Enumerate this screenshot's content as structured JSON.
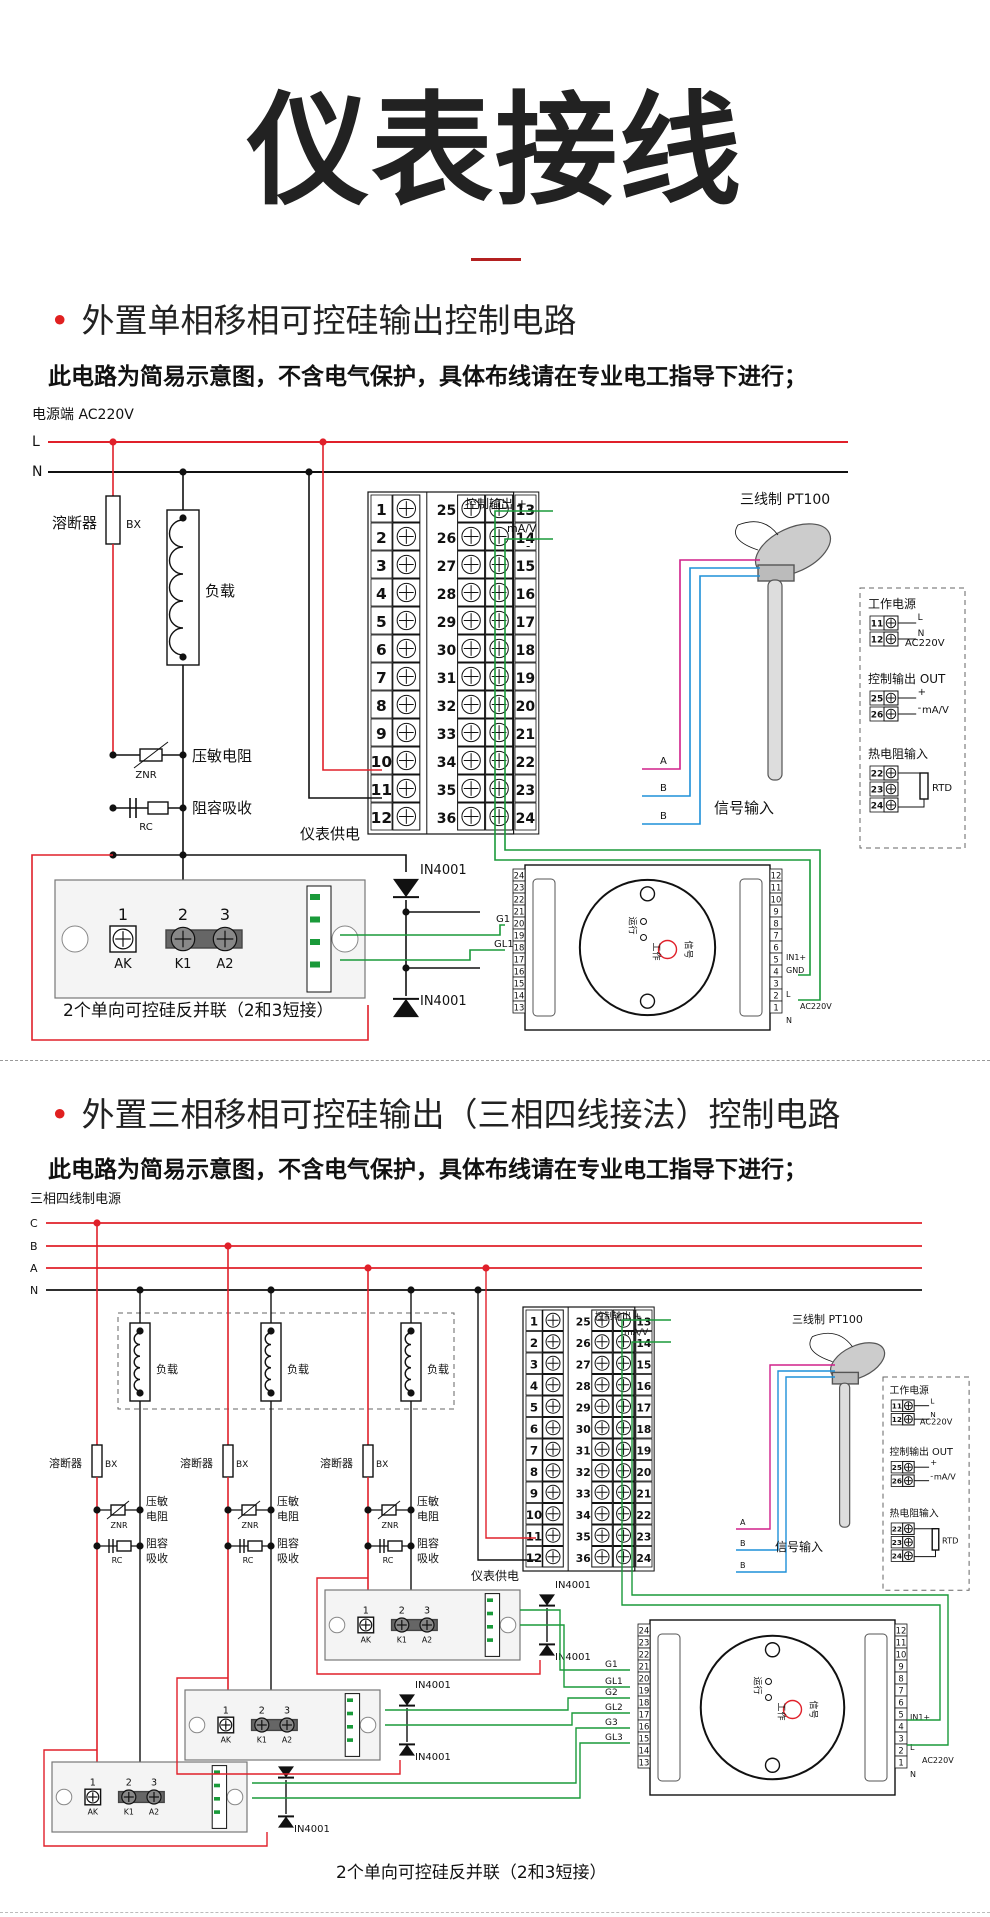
{
  "title": "仪表接线",
  "section1": {
    "heading": "外置单相移相可控硅输出控制电路",
    "note": "此电路为简易示意图，不含电气保护，具体布线请在专业电工指导下进行；",
    "power_label": "电源端  AC220V",
    "line_L": "L",
    "line_N": "N",
    "fuse_label": "溶断器",
    "fuse_code": "BX",
    "load_label": "负载",
    "varistor_label": "压敏电阻",
    "varistor_code": "ZNR",
    "rc_label": "阻容吸收",
    "rc_code": "RC",
    "supply_label": "仪表供电",
    "ctrl_out_label": "控制输出 +",
    "ma_label": "mA/V",
    "minus_label": "-",
    "pt100_label": "三线制 PT100",
    "signal_label": "信号输入",
    "diode_label": "IN4001",
    "scr_note": "2个单向可控硅反并联（2和3短接）",
    "terminal_ak": "AK",
    "terminal_k1": "K1",
    "terminal_a2": "A2",
    "terminal_1": "1",
    "terminal_2": "2",
    "terminal_3": "3",
    "g1": "G1",
    "gl1": "GL1",
    "in1": "IN1+",
    "gnd": "GND",
    "l": "L",
    "n": "N",
    "ac220": "AC220V",
    "wire_A": "A",
    "wire_B": "B"
  },
  "legend": {
    "power_title": "工作电源",
    "out_title": "控制输出 OUT",
    "rtd_title": "热电阻输入",
    "rtd": "RTD",
    "plus": "+",
    "minus": "-",
    "ma": "mA/V",
    "L": "L",
    "N": "N",
    "ac": "AC220V",
    "t11": "11",
    "t12": "12",
    "t25": "25",
    "t26": "26",
    "t22": "22",
    "t23": "23",
    "t24": "24"
  },
  "section2": {
    "heading": "外置三相移相可控硅输出（三相四线接法）控制电路",
    "note": "此电路为简易示意图，不含电气保护，具体布线请在专业电工指导下进行；",
    "power_label": "三相四线制电源",
    "line_C": "C",
    "line_B": "B",
    "line_A": "A",
    "line_N": "N",
    "load_label": "负载",
    "fuse_label": "溶断器",
    "fuse_code": "BX",
    "varistor_label1": "压敏",
    "varistor_label2": "电阻",
    "varistor_code": "ZNR",
    "rc_label1": "阻容",
    "rc_label2": "吸收",
    "rc_code": "RC",
    "supply_label": "仪表供电",
    "ctrl_out_label": "控制输出 +",
    "ma_label": "mA/V",
    "pt100_label": "三线制 PT100",
    "signal_label": "信号输入",
    "diode_label": "IN4001",
    "scr_note": "2个单向可控硅反并联（2和3短接）",
    "g1": "G1",
    "gl1": "GL1",
    "g2": "G2",
    "gl2": "GL2",
    "g3": "G3",
    "gl3": "GL3",
    "in1": "IN1+",
    "ac220": "AC220V",
    "l": "L",
    "n": "N"
  },
  "terminals_left": [
    "1",
    "2",
    "3",
    "4",
    "5",
    "6",
    "7",
    "8",
    "9",
    "10",
    "11",
    "12"
  ],
  "terminals_mid": [
    "25",
    "26",
    "27",
    "28",
    "29",
    "30",
    "31",
    "32",
    "33",
    "34",
    "35",
    "36"
  ],
  "terminals_right": [
    "13",
    "14",
    "15",
    "16",
    "17",
    "18",
    "19",
    "20",
    "21",
    "22",
    "23",
    "24"
  ],
  "module_pins_left": [
    "24",
    "23",
    "22",
    "21",
    "20",
    "19",
    "18",
    "17",
    "16",
    "15",
    "14",
    "13"
  ],
  "module_pins_right": [
    "12",
    "11",
    "10",
    "9",
    "8",
    "7",
    "6",
    "5",
    "4",
    "3",
    "2",
    "1"
  ],
  "module_text": [
    "运行",
    "工作",
    "信号"
  ],
  "colors": {
    "red": "#e0202a",
    "black": "#111111",
    "green": "#1a9a3a",
    "blue": "#1e90d8",
    "magenta": "#d0208a",
    "accent": "#b32020"
  }
}
